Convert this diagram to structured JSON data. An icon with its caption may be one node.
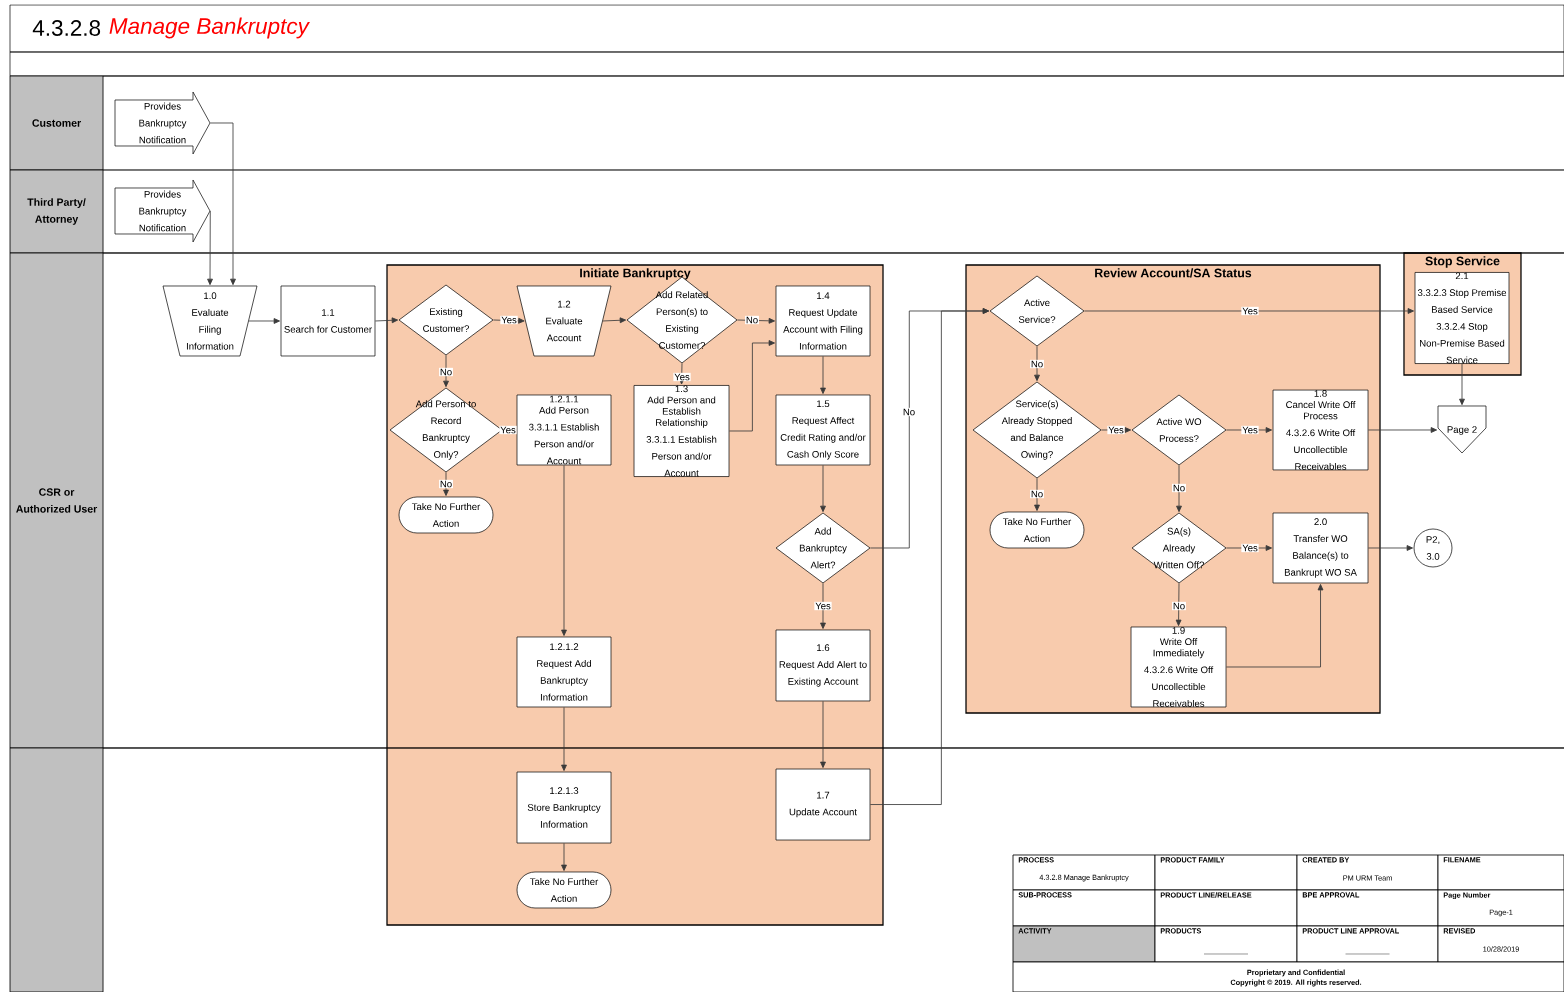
{
  "diagram": {
    "title": "4.3.2.8",
    "nodes": [
      {
        "text": [
          "Customer"
        ]
      },
      {
        "text": [
          "Third Party/ Attorney"
        ]
      },
      {
        "text": [
          "CSR or Authorized User"
        ]
      },
      {
        "text": [],
        "shape": "box"
      },
      {
        "text": [
          "Provides Bankruptcy Notification"
        ]
      },
      {
        "text": [
          "Provides Bankruptcy Notification"
        ]
      },
      {
        "text": [
          "1.0",
          "Evaluate Filing Information"
        ]
      },
      {
        "text": [
          "1.1",
          "Search for Customer"
        ]
      },
      {
        "text": [
          "Initiate Bankruptcy"
        ]
      },
      {
        "text": [
          "Existing Customer?"
        ],
        "in": 8
      },
      {
        "text": [
          "1.2",
          "Evaluate Account"
        ],
        "in": 8
      },
      {
        "text": [
          "Add Related Person(s) to Existing Customer?"
        ],
        "in": 8
      },
      {
        "text": [
          "1.4",
          "Request Update Account with Filing Information"
        ],
        "in": 8
      },
      {
        "text": [
          "Add Person to Record Bankruptcy Only?"
        ],
        "in": 8
      },
      {
        "text": [
          "1.2.1.1",
          "Add Person",
          "3.3.1.1 Establish Person and/or Account"
        ],
        "in": 8
      },
      {
        "text": [
          "1.3",
          "Add Person and Establish Relationship",
          "3.3.1.1 Establish Person and/or Account"
        ],
        "in": 8
      },
      {
        "text": [
          "1.5",
          "Request Affect Credit Rating and/or Cash Only Score"
        ],
        "in": 8
      },
      {
        "text": [
          "Take No Further Action"
        ],
        "in": 8
      },
      {
        "text": [
          "Add Bankruptcy Alert?"
        ],
        "in": 8
      },
      {
        "text": [
          "1.2.1.2",
          "Request Add Bankruptcy Information"
        ],
        "in": 8
      },
      {
        "text": [
          "1.6",
          "Request Add Alert to Existing Account"
        ],
        "in": 8
      },
      {
        "text": [
          "1.2.1.3",
          "Store Bankruptcy Information"
        ],
        "in": 8
      },
      {
        "text": [
          "1.7",
          "Update Account"
        ],
        "in": 8
      },
      {
        "text": [
          "Take No Further Action"
        ],
        "in": 8
      },
      {
        "text": [
          "Review Account/SA Status"
        ]
      },
      {
        "text": [
          "Active Service?"
        ],
        "in": 24
      },
      {
        "text": [
          "Stop Service"
        ]
      },
      {
        "text": [
          "2.1",
          "3.3.2.3 Stop Premise Based Service 3.3.2.4 Stop Non-Premise Based Service"
        ],
        "in": 26
      },
      {
        "text": [
          "Service(s) Already Stopped and Balance Owing?"
        ],
        "in": 24
      },
      {
        "text": [
          "Active WO Process?"
        ],
        "in": 24
      },
      {
        "text": [
          "1.8",
          "Cancel Write Off Process",
          "4.3.2.6 Write Off Uncollectible Receivables"
        ],
        "in": 24
      },
      {
        "text": [
          "Page 2"
        ]
      },
      {
        "text": [
          "Take No Further Action"
        ],
        "in": 24
      },
      {
        "text": [
          "SA(s) Already Written Off?"
        ],
        "in": 24
      },
      {
        "text": [
          "2.0",
          "Transfer WO Balance(s) to Bankrupt WO SA"
        ],
        "in": 24
      },
      {
        "text": [
          "P2, 3.0"
        ]
      },
      {
        "text": [
          "1.9",
          "Write Off Immediately",
          "4.3.2.6 Write Off Uncollectible Receivables"
        ],
        "in": 24
      }
    ],
    "edges": [
      {
        "from": 4,
        "to": 6,
        "arrow": "to"
      },
      {
        "from": 5,
        "to": 6,
        "arrow": "to"
      },
      {
        "from": 6,
        "to": 7,
        "arrow": "to"
      },
      {
        "from": 7,
        "to": 9,
        "arrow": "to"
      },
      {
        "from": 9,
        "to": 10,
        "arrow": "to",
        "label": "Yes"
      },
      {
        "from": 10,
        "to": 11,
        "arrow": "to"
      },
      {
        "from": 11,
        "to": 12,
        "arrow": "to",
        "label": "No"
      },
      {
        "from": 11,
        "to": 15,
        "arrow": "to",
        "label": "Yes"
      },
      {
        "from": 15,
        "to": 12,
        "arrow": "to"
      },
      {
        "from": 9,
        "to": 13,
        "arrow": "to",
        "label": "No"
      },
      {
        "from": 13,
        "to": 14,
        "arrow": "none",
        "label": "Yes"
      },
      {
        "from": 13,
        "to": 17,
        "arrow": "to",
        "label": "No"
      },
      {
        "from": 12,
        "to": 16,
        "arrow": "to"
      },
      {
        "from": 16,
        "to": 18,
        "arrow": "to"
      },
      {
        "from": 18,
        "to": 25,
        "arrow": "to",
        "label": "No"
      },
      {
        "from": 18,
        "to": 20,
        "arrow": "to",
        "label": "Yes"
      },
      {
        "from": 20,
        "to": 22,
        "arrow": "to"
      },
      {
        "from": 14,
        "to": 19,
        "arrow": "to"
      },
      {
        "from": 19,
        "to": 21,
        "arrow": "to"
      },
      {
        "from": 21,
        "to": 23,
        "arrow": "to"
      },
      {
        "from": 22,
        "to": 25,
        "arrow": "to"
      },
      {
        "from": 25,
        "to": 27,
        "arrow": "to",
        "label": "Yes"
      },
      {
        "from": 25,
        "to": 28,
        "arrow": "to",
        "label": "No"
      },
      {
        "from": 28,
        "to": 29,
        "arrow": "to",
        "label": "Yes"
      },
      {
        "from": 28,
        "to": 32,
        "arrow": "to",
        "label": "No"
      },
      {
        "from": 29,
        "to": 30,
        "arrow": "to",
        "label": "Yes"
      },
      {
        "from": 29,
        "to": 33,
        "arrow": "to",
        "label": "No"
      },
      {
        "from": 30,
        "to": 31,
        "arrow": "to"
      },
      {
        "from": 27,
        "to": 31,
        "arrow": "to"
      },
      {
        "from": 33,
        "to": 34,
        "arrow": "to",
        "label": "Yes"
      },
      {
        "from": 33,
        "to": 36,
        "arrow": "to",
        "label": "No"
      },
      {
        "from": 36,
        "to": 34,
        "arrow": "to"
      },
      {
        "from": 34,
        "to": 35,
        "arrow": "to"
      }
    ],
    "labels": [
      "Manage Bankruptcy",
      "PROCESS",
      "4.3.2.8 Manage Bankruptcy",
      "PRODUCT FAMILY",
      "CREATED BY",
      "PM URM Team",
      "FILENAME",
      "SUB-PROCESS",
      "PRODUCT LINE/RELEASE",
      "BPE APPROVAL",
      "Page Number",
      "Page-1",
      "ACTIVITY",
      "PRODUCTS",
      "PRODUCT LINE APPROVAL",
      "REVISED",
      "10/28/2019",
      "Proprietary and Confidential",
      "Copyright © 2019. All rights reserved."
    ]
  }
}
